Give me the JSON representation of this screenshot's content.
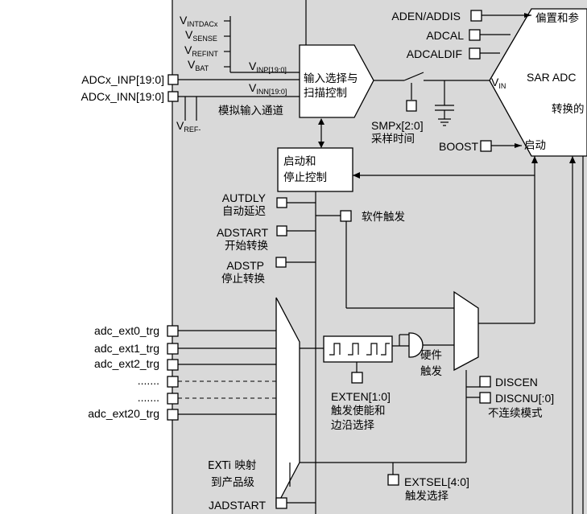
{
  "colors": {
    "background": "#d9d9d9",
    "block": "#ffffff",
    "line": "#000000"
  },
  "analog": {
    "vintdacx": {
      "main": "V",
      "sub": "INTDACx"
    },
    "vsense": {
      "main": "V",
      "sub": "SENSE"
    },
    "vrefint": {
      "main": "V",
      "sub": "REFINT"
    },
    "vbat": {
      "main": "V",
      "sub": "BAT"
    },
    "vinp": {
      "main": "V",
      "sub": "INP[19:0]"
    },
    "vinn": {
      "main": "V",
      "sub": "INN[19:0]"
    },
    "vref_minus": {
      "main": "V",
      "sub": "REF-"
    },
    "vin": {
      "main": "V",
      "sub": "IN"
    },
    "pin_inp": "ADCx_INP[19:0]",
    "pin_inn": "ADCx_INN[19:0]",
    "channel_label": "模拟输入通道",
    "mux_label_1": "输入选择与",
    "mux_label_2": "扫描控制",
    "smp": "SMPx[2:0]",
    "smp_cn": "采样时间"
  },
  "sar": {
    "title": "SAR ADC",
    "bias": "偏置和参",
    "convert": "转换的",
    "start": "启动"
  },
  "signals": {
    "aden": "ADEN/ADDIS",
    "adcal": "ADCAL",
    "adcaldif": "ADCALDIF",
    "boost": "BOOST"
  },
  "control": {
    "box_line1": "启动和",
    "box_line2": "停止控制",
    "autdly": "AUTDLY",
    "autdly_cn": "自动延迟",
    "adstart": "ADSTART",
    "adstart_cn": "开始转换",
    "adstp": "ADSTP",
    "adstp_cn": "停止转换",
    "sw_trigger": "软件触发",
    "hw_trigger_1": "硬件",
    "hw_trigger_2": "触发",
    "discen": "DISCEN",
    "discnu": "DISCNU[:0]",
    "discontinuous": "不连续模式",
    "exten": "EXTEN[1:0]",
    "exten_cn1": "触发使能和",
    "exten_cn2": "边沿选择",
    "extsel": "EXTSEL[4:0]",
    "extsel_cn": "触发选择",
    "exti_1": "EXTi 映射",
    "exti_2": "到产品级",
    "jadstart": "JADSTART"
  },
  "triggers": {
    "t0": "adc_ext0_trg",
    "t1": "adc_ext1_trg",
    "t2": "adc_ext2_trg",
    "dots1": ".......",
    "dots2": ".......",
    "t20": "adc_ext20_trg"
  }
}
